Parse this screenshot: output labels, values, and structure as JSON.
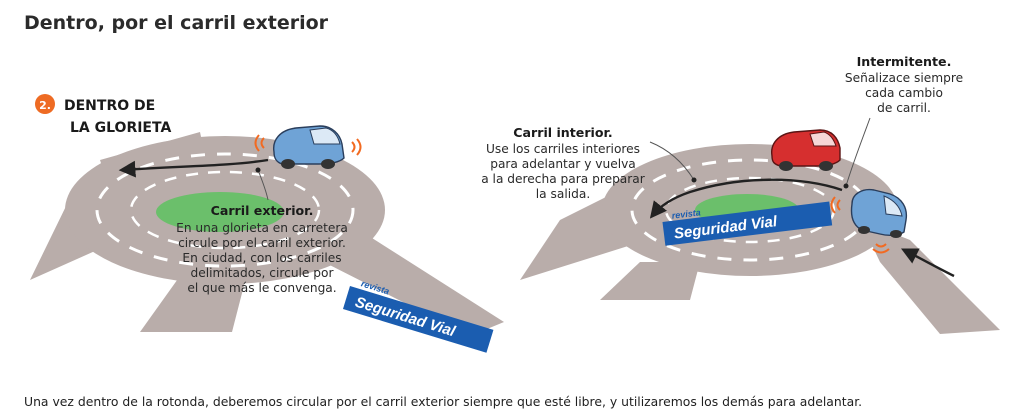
{
  "title": "Dentro, por el carril exterior",
  "step": {
    "number": "2.",
    "line1": "DENTRO DE",
    "line2": "LA GLORIETA"
  },
  "left": {
    "heading": "Carril exterior.",
    "lines": [
      "En una glorieta en carretera",
      "circule por el carril exterior.",
      "En ciudad, con los carriles",
      "delimitados, circule por",
      "el que más le convenga."
    ]
  },
  "right_interior": {
    "heading": "Carril interior.",
    "lines": [
      "Use los carriles interiores",
      "para adelantar y vuelva",
      "a la derecha para preparar",
      "la salida."
    ]
  },
  "right_signal": {
    "heading": "Intermitente.",
    "lines": [
      "Señalizace siempre",
      "cada cambio",
      "de carril."
    ]
  },
  "logo": {
    "small": "revista",
    "big": "Seguridad Vial"
  },
  "caption": "Una vez dentro de la rotonda, deberemos circular por el carril exterior siempre que esté libre, y utilizaremos los demás para adelantar.",
  "colors": {
    "road": "#b9adaa",
    "island": "#6bbf6b",
    "step_badge": "#ee6b23",
    "blue_car": "#6fa3d6",
    "red_car": "#d62f2f",
    "logo_blue": "#1b5db0",
    "signal": "#f26a21"
  }
}
